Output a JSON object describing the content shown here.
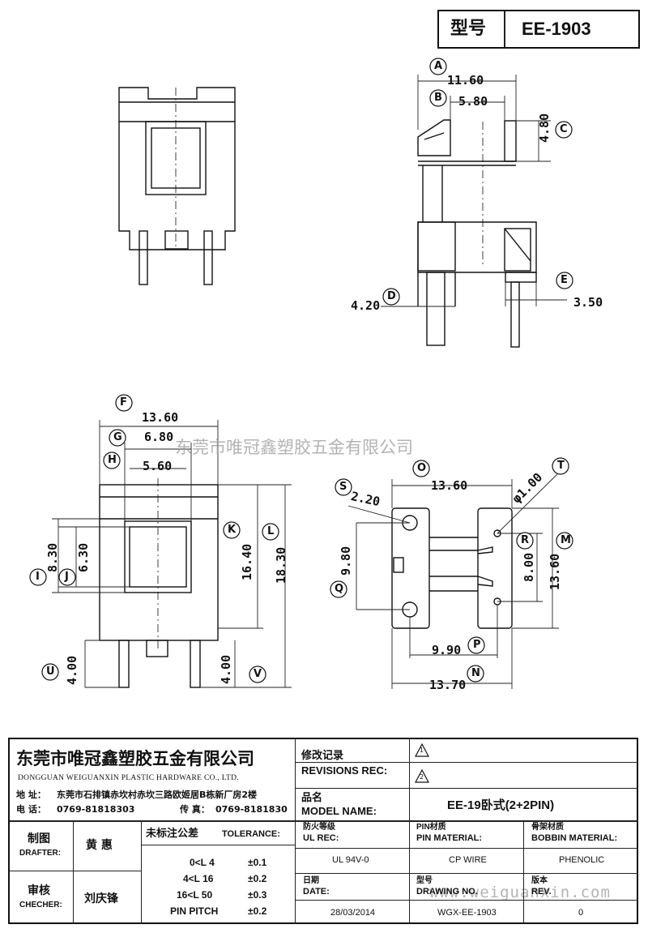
{
  "header": {
    "model_label": "型号",
    "model_value": "EE-1903"
  },
  "watermarks": {
    "center": "东莞市唯冠鑫塑胶五金有限公司",
    "bottom": "www.weiguanxin.com"
  },
  "side_view": {
    "A": {
      "label": "A",
      "value": "11.60"
    },
    "B": {
      "label": "B",
      "value": "5.80"
    },
    "C": {
      "label": "C",
      "value": "4.80"
    },
    "D": {
      "label": "D",
      "value": "4.20"
    },
    "E": {
      "label": "E",
      "value": "3.50"
    }
  },
  "front_view": {
    "F": {
      "label": "F",
      "value": "13.60"
    },
    "G": {
      "label": "G",
      "value": "6.80"
    },
    "H": {
      "label": "H",
      "value": "5.60"
    },
    "I": {
      "label": "I",
      "value": "8.30"
    },
    "J": {
      "label": "J",
      "value": "6.30"
    },
    "K": {
      "label": "K",
      "value": "16.40"
    },
    "L": {
      "label": "L",
      "value": "18.30"
    },
    "U": {
      "label": "U",
      "value": "4.00"
    },
    "V": {
      "label": "V",
      "value": "4.00"
    }
  },
  "bottom_view": {
    "O": {
      "label": "O",
      "value": "13.60"
    },
    "S": {
      "label": "S",
      "value": "2.20"
    },
    "T": {
      "label": "T",
      "value": "φ1.00"
    },
    "Q": {
      "label": "Q",
      "value": "9.80"
    },
    "R": {
      "label": "R",
      "value": "8.00"
    },
    "M": {
      "label": "M",
      "value": "13.60"
    },
    "P": {
      "label": "P",
      "value": "9.90"
    },
    "N": {
      "label": "N",
      "value": "13.70"
    }
  },
  "company": {
    "name_cn": "东莞市唯冠鑫塑胶五金有限公司",
    "name_en": "DONGGUAN WEIGUANXIN PLASTIC HARDWARE CO., LTD.",
    "address_label": "地 址：",
    "address": "东莞市石排镇赤坎村赤坎三路欧姬居B栋新厂房2楼",
    "phone_label": "电 话：",
    "phone": "0769-81818303",
    "fax_label": "传 真：",
    "fax": "0769-8181830"
  },
  "revisions": {
    "label_cn": "修改记录",
    "label_en": "REVISIONS REC:",
    "rev1": "1",
    "rev2": "2"
  },
  "model_name": {
    "label_cn": "品名",
    "label_en": "MODEL NAME:",
    "value": "EE-19卧式(2+2PIN)"
  },
  "people": {
    "drafter_cn": "制图",
    "drafter_en": "DRAFTER:",
    "drafter": "黄  惠",
    "checker_cn": "审核",
    "checker_en": "CHECHER:",
    "checker": "刘庆锋"
  },
  "tolerance": {
    "label_cn": "未标注公差",
    "label_en": "TOLERANCE:",
    "rows": [
      {
        "range": "0<L  4",
        "value": "±0.1"
      },
      {
        "range": "4<L  16",
        "value": "±0.2"
      },
      {
        "range": "16<L  50",
        "value": "±0.3"
      },
      {
        "range": "PIN PITCH",
        "value": "±0.2"
      }
    ]
  },
  "specs": {
    "ul_cn": "防火等级",
    "ul_en": "UL REC:",
    "ul": "UL 94V-0",
    "pin_cn": "PIN材质",
    "pin_en": "PIN MATERIAL:",
    "pin": "CP WIRE",
    "bobbin_cn": "骨架材质",
    "bobbin_en": "BOBBIN MATERIAL:",
    "bobbin": "PHENOLIC",
    "date_cn": "日期",
    "date_en": "DATE:",
    "date": "28/03/2014",
    "drawing_cn": "型号",
    "drawing_en": "DRAWING NO.",
    "drawing": "WGX-EE-1903",
    "rev_cn": "版本",
    "rev_en": "REV.",
    "rev": "0"
  }
}
